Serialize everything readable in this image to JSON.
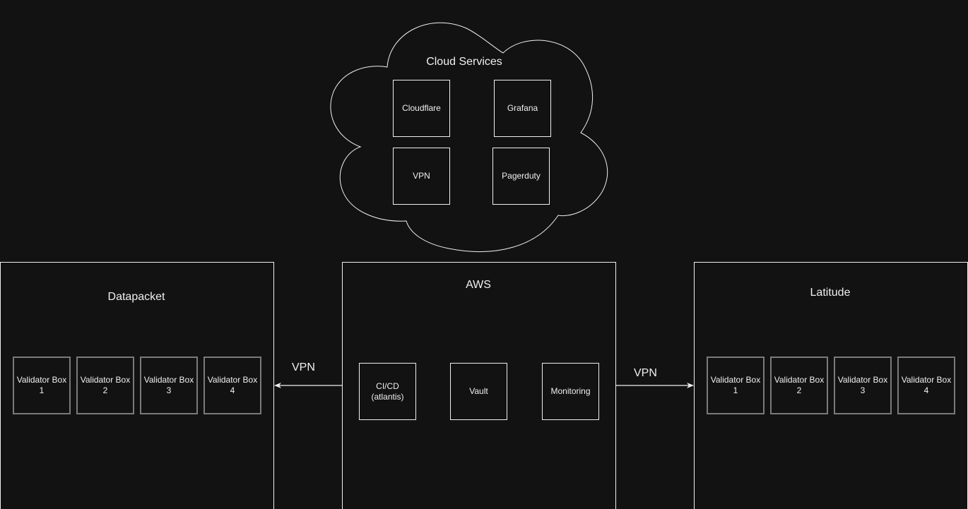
{
  "cloud": {
    "title": "Cloud Services",
    "services": [
      "Cloudflare",
      "Grafana",
      "VPN",
      "Pagerduty"
    ]
  },
  "datapacket": {
    "title": "Datapacket",
    "boxes": [
      {
        "line1": "Validator Box",
        "line2": "1"
      },
      {
        "line1": "Validator Box",
        "line2": "2"
      },
      {
        "line1": "Validator Box",
        "line2": "3"
      },
      {
        "line1": "Validator Box",
        "line2": "4"
      }
    ]
  },
  "aws": {
    "title": "AWS",
    "cicd": {
      "line1": "CI/CD",
      "line2": "(atlantis)"
    },
    "vault": "Vault",
    "monitoring": "Monitoring"
  },
  "latitude": {
    "title": "Latitude",
    "boxes": [
      {
        "line1": "Validator Box",
        "line2": "1"
      },
      {
        "line1": "Validator Box",
        "line2": "2"
      },
      {
        "line1": "Validator Box",
        "line2": "3"
      },
      {
        "line1": "Validator Box",
        "line2": "4"
      }
    ]
  },
  "edges": {
    "left_label": "VPN",
    "right_label": "VPN"
  },
  "colors": {
    "background": "#121212",
    "stroke": "#f0f0f0",
    "validator_border": "#7a7a7a"
  }
}
